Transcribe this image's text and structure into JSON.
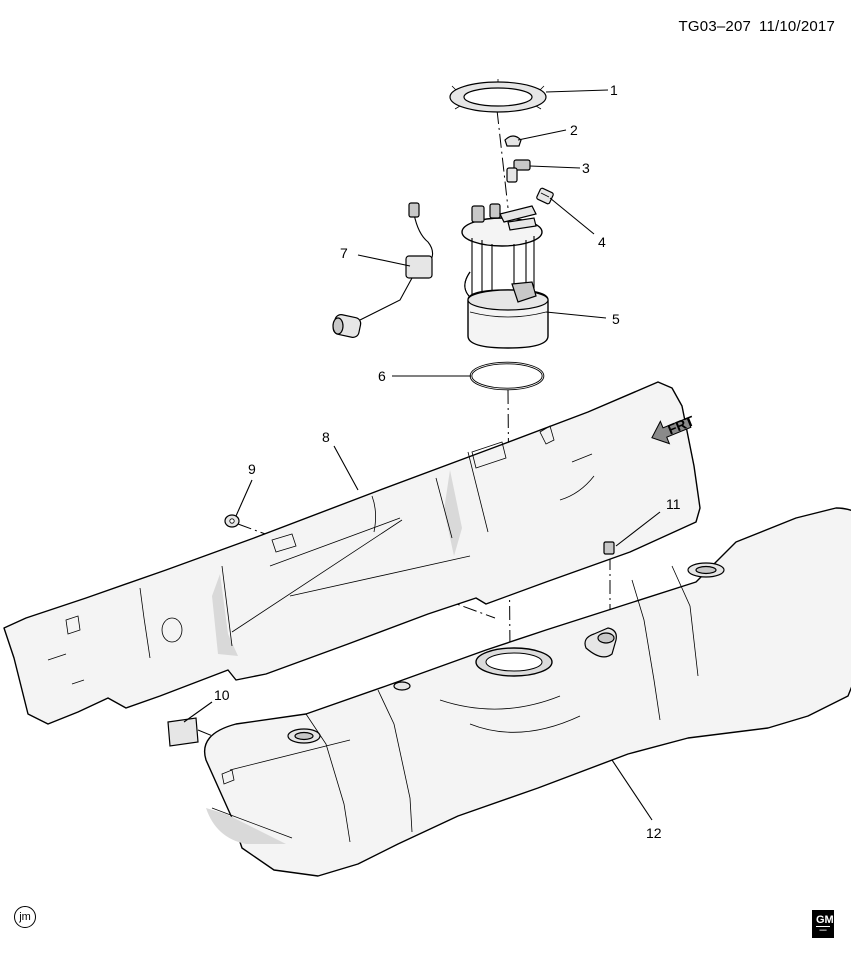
{
  "header": {
    "diagram_code": "TG03–207",
    "date": "11/10/2017"
  },
  "callouts": [
    "1",
    "2",
    "3",
    "4",
    "5",
    "6",
    "7",
    "8",
    "9",
    "10",
    "11",
    "12"
  ],
  "direction_indicator": {
    "label": "FRT",
    "icon": "front-arrow-icon"
  },
  "footer": {
    "author_initials": "jm",
    "logo_icon": "gm-logo-icon"
  }
}
